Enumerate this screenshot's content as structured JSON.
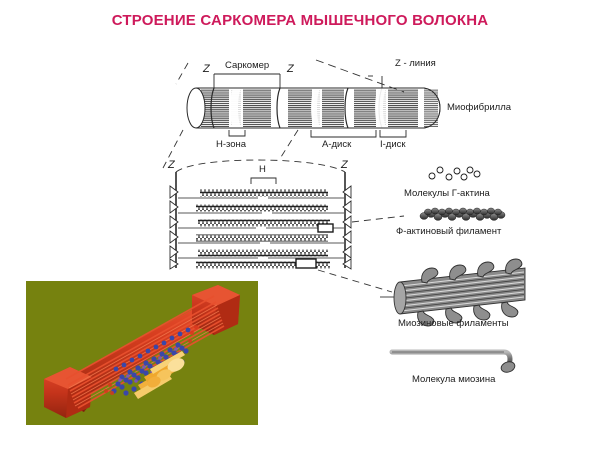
{
  "title": "СТРОЕНИЕ САРКОМЕРА МЫШЕЧНОГО ВОЛОКНА",
  "colors": {
    "title": "#CE1A5B",
    "ink": "#1c1c1c",
    "photo_background": "#76820F",
    "photo_prism": "#C0341A",
    "photo_actin": "#3344AA",
    "photo_myosin": "#E8A33D"
  },
  "myofibril_panel": {
    "sarcomere_label": "Саркомер",
    "z_left": "Z",
    "z_right": "Z",
    "z_line_label": "Z - линия",
    "myofibril_label": "Миофибрилла",
    "h_zone_label": "Н-зона",
    "a_disc_label": "А-диск",
    "i_disc_label": "I-диск"
  },
  "filament_panel": {
    "z_left": "Z",
    "z_right": "Z",
    "h_label": "H",
    "rows": 6
  },
  "detail_panel": {
    "g_actin_label": "Молекулы  Г-актина",
    "f_actin_label": "Ф-актиновый филамент",
    "myosin_filaments_label": "Миозиновые филаменты",
    "myosin_molecule_label": "Молекула миозина",
    "g_actin_count": 7
  },
  "photo": {
    "caption": ""
  }
}
